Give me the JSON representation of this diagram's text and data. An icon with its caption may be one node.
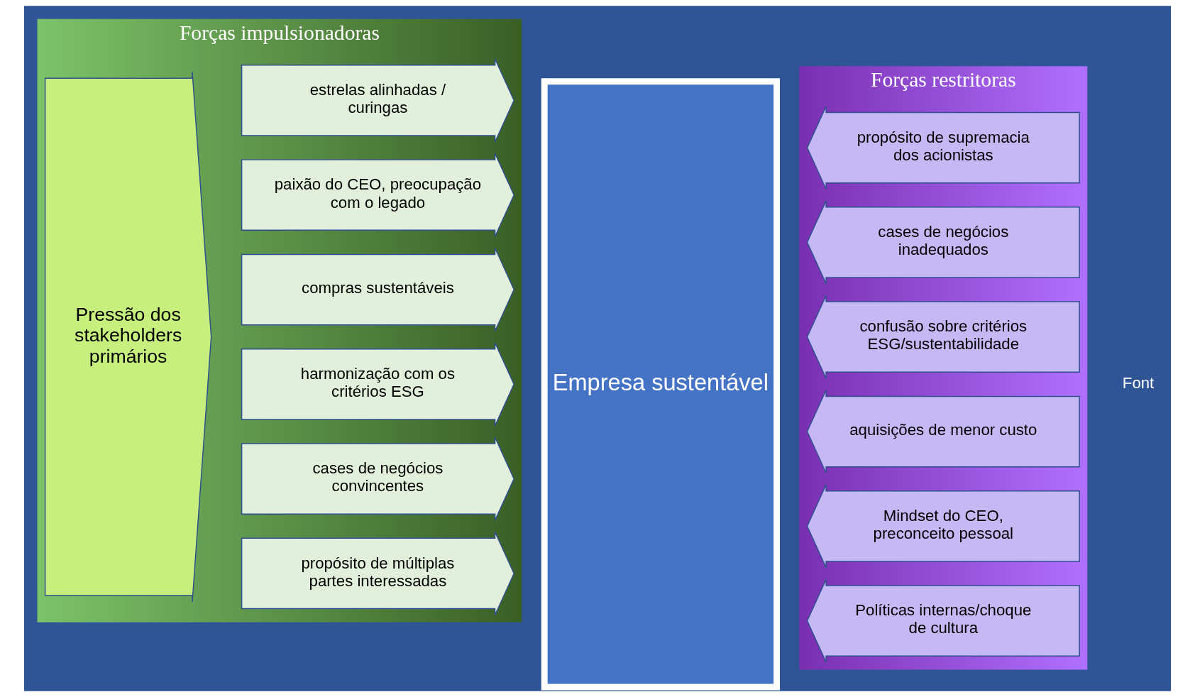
{
  "diagram": {
    "nodes": [
      {
        "text": [
          "Forças impulsionadoras"
        ]
      },
      {
        "text": [
          "Pressão dos stakeholders primários"
        ],
        "in": 0
      },
      {
        "text": [
          "propósito de múltiplas partes interessadas"
        ],
        "in": 0
      },
      {
        "text": [
          "cases de negócios convincentes"
        ],
        "in": 0
      },
      {
        "text": [
          "harmonização com os critérios ESG"
        ],
        "in": 0
      },
      {
        "text": [
          "compras sustentáveis"
        ],
        "in": 0
      },
      {
        "text": [
          "paixão do CEO, preocupação com o legado"
        ],
        "in": 0
      },
      {
        "text": [
          "estrelas alinhadas / curingas"
        ],
        "in": 0
      },
      {
        "text": [
          "Empresa sustentável"
        ]
      },
      {
        "text": [
          "Forças restritoras"
        ]
      },
      {
        "text": [
          "propósito de supremacia dos acionistas"
        ],
        "in": 9
      },
      {
        "text": [
          "cases de negócios inadequados"
        ],
        "in": 9
      },
      {
        "text": [
          "confusão sobre critérios ESG/sustentabilidade"
        ],
        "in": 9
      },
      {
        "text": [
          "aquisições de menor custo"
        ],
        "in": 9
      },
      {
        "text": [
          "Mindset do CEO, preconceito pessoal"
        ],
        "in": 9
      },
      {
        "text": [
          "Políticas internas/choque de cultura"
        ],
        "in": 9
      }
    ],
    "edges": [],
    "labels": [
      "Font"
    ]
  }
}
